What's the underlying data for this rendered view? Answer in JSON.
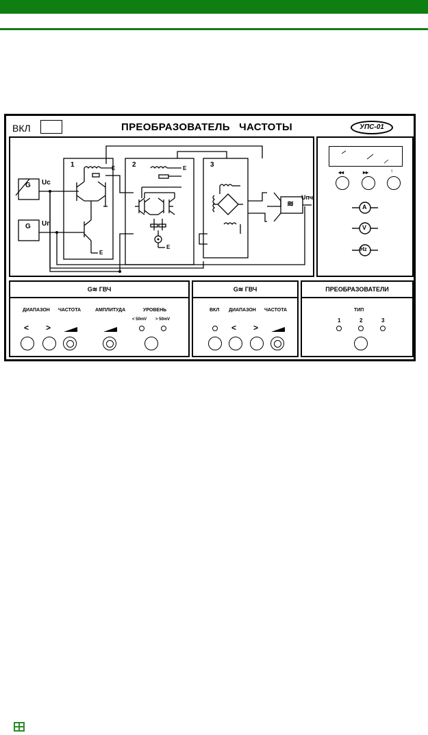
{
  "header": {
    "power_label": "ВКЛ",
    "title": "ПРЕОБРАЗОВАТЕЛЬ   ЧАСТОТЫ",
    "model": "УПС-01"
  },
  "circuit": {
    "block_labels": [
      "1",
      "2",
      "3"
    ],
    "input_signal": "Uс",
    "input_heterodyne": "Uг",
    "output": "Uпч",
    "supply": "E",
    "generator_symbol": "G",
    "filter_symbol": "≋"
  },
  "meters": {
    "buttons": [
      "◂◂",
      "▸▸",
      "↑"
    ],
    "instruments": [
      "A",
      "V",
      "Hz"
    ]
  },
  "sections": {
    "gen_main": {
      "title": "G≋  ГВЧ",
      "labels": [
        "ДИАПАЗОН",
        "ЧАСТОТА",
        "АМПЛИТУДА",
        "УРОВЕНЬ"
      ],
      "level_options": [
        "< 50mV",
        "> 50mV"
      ],
      "arrows": [
        "<",
        ">"
      ]
    },
    "gen_aux": {
      "title": "G≋  ГВЧ",
      "labels": [
        "ВКЛ",
        "ДИАПАЗОН",
        "ЧАСТОТА"
      ],
      "arrows": [
        "<",
        ">"
      ]
    },
    "converters": {
      "title": "ПРЕОБРАЗОВАТЕЛИ",
      "label": "ТИП",
      "types": [
        "1",
        "2",
        "3"
      ]
    }
  },
  "colors": {
    "accent": "#0f7f12"
  }
}
